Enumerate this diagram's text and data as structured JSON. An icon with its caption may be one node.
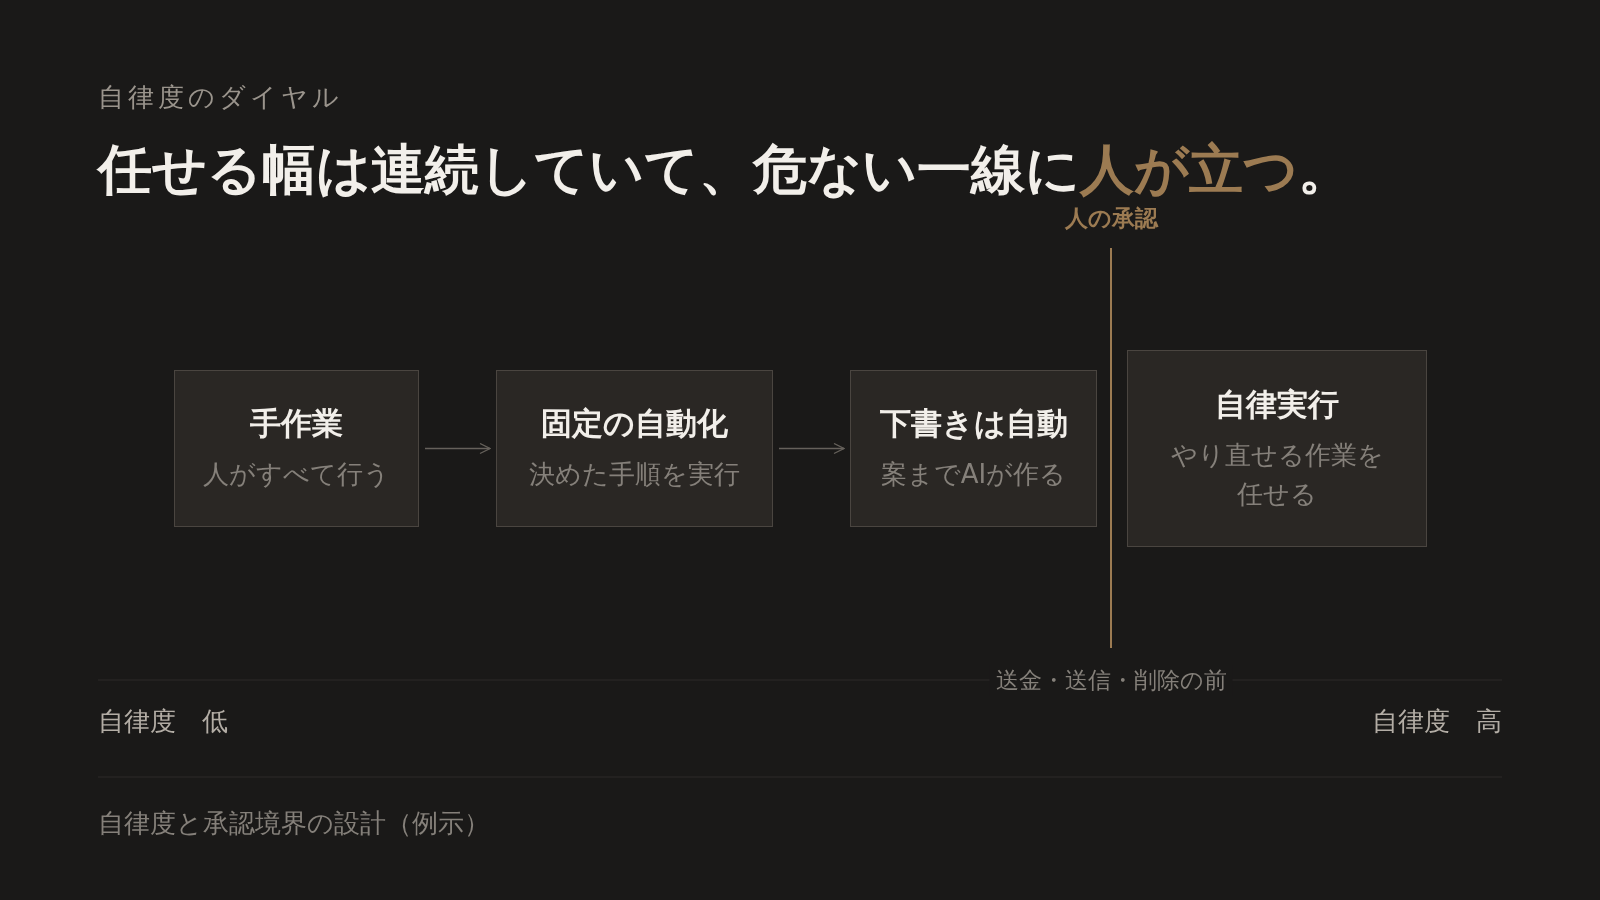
{
  "diagram": {
    "title": "任せる幅は連続していて、危ない一線に**人が立つ**。",
    "caption": "自律度と承認境界の設計（例示）",
    "nodes": [
      {
        "text": [
          "手作業",
          "人がすべて行う"
        ]
      },
      {
        "text": [
          "固定の自動化",
          "決めた手順を実行"
        ]
      },
      {
        "text": [
          "下書きは自動",
          "案までAIが作る"
        ]
      },
      {
        "text": [
          "自律実行",
          "やり直せる作業を任せる"
        ]
      }
    ],
    "edges": [
      {
        "from": 0,
        "to": 1,
        "arrow": "to"
      },
      {
        "from": 1,
        "to": 2,
        "arrow": "to"
      }
    ],
    "labels": [
      "自律度のダイヤル",
      "人の承認",
      "送金・送信・削除の前",
      "自律度　低",
      "自律度　高"
    ]
  }
}
